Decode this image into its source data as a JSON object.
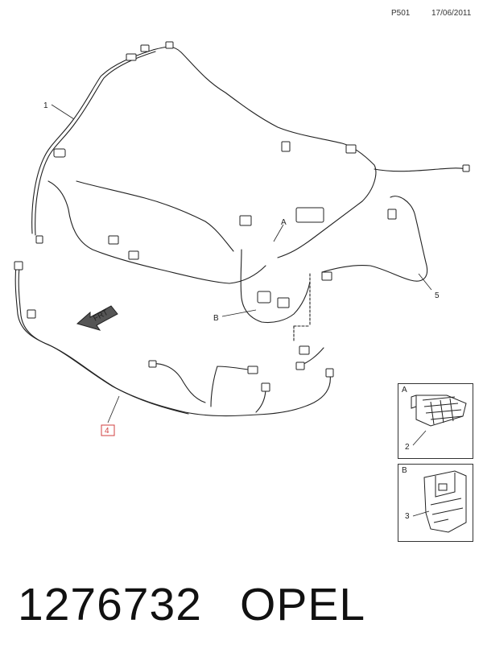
{
  "header": {
    "page_code": "P501",
    "date": "17/06/2011"
  },
  "callouts": {
    "c1": "1",
    "c4": "4",
    "c5": "5",
    "cA": "A",
    "cB": "B"
  },
  "direction_arrow": {
    "label": "FRT"
  },
  "insets": {
    "a": {
      "letter": "A",
      "part": "2"
    },
    "b": {
      "letter": "B",
      "part": "3"
    }
  },
  "footer": {
    "part_number": "1276732",
    "brand": "OPEL"
  },
  "colors": {
    "line": "#222222",
    "highlight": "#d04040"
  }
}
